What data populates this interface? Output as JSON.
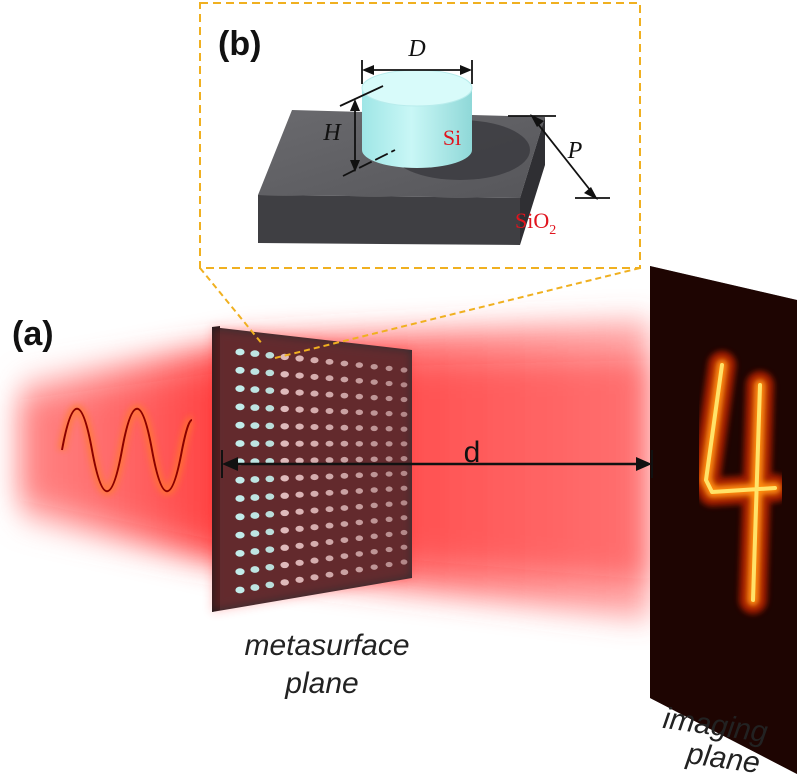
{
  "panel_a_label": "(a)",
  "panel_b_label": "(b)",
  "inset_dims": {
    "diameter": "D",
    "height": "H",
    "period": "P"
  },
  "inset_materials": {
    "pillar": "Si",
    "substrate": "SiO",
    "substrate_subscript": "2"
  },
  "distance_label": "d",
  "metasurface_label": [
    "metasurface",
    "plane"
  ],
  "imaging_label": [
    "imaging",
    "plane"
  ],
  "image_digit": "4",
  "colors": {
    "beam": "#ff1a1a",
    "inset_border": "#f0b020",
    "pillar": "#aef1ef",
    "substrate": "#4a4a4e",
    "material_text": "#e0141e"
  }
}
